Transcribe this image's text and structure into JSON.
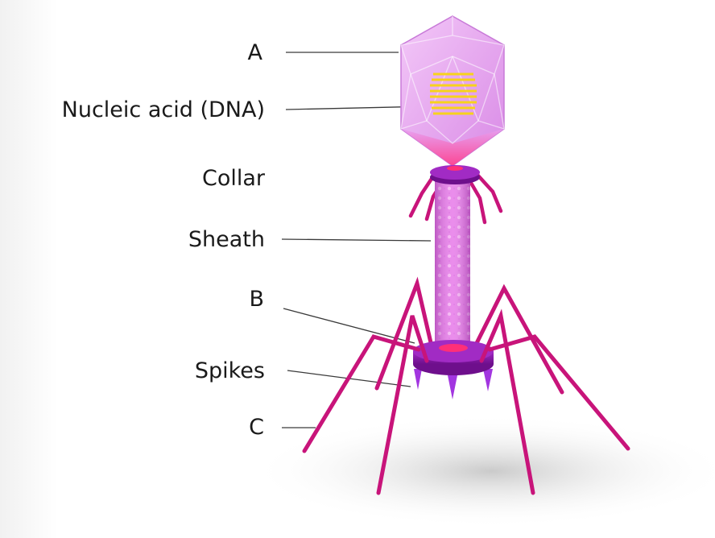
{
  "diagram": {
    "labels": {
      "a": "A",
      "nucleic_acid": "Nucleic acid (DNA)",
      "collar": "Collar",
      "sheath": "Sheath",
      "b": "B",
      "spikes": "Spikes",
      "c": "C"
    },
    "colors": {
      "capsid": "#e9a6f2",
      "capsid_edge": "#c87ad8",
      "dna": "#f7d21c",
      "collar": "#8a18a8",
      "sheath": "#d53fd6",
      "tail_fiber": "#c8147a",
      "spike": "#a235e0",
      "leader_line": "#3a3a3a"
    }
  }
}
